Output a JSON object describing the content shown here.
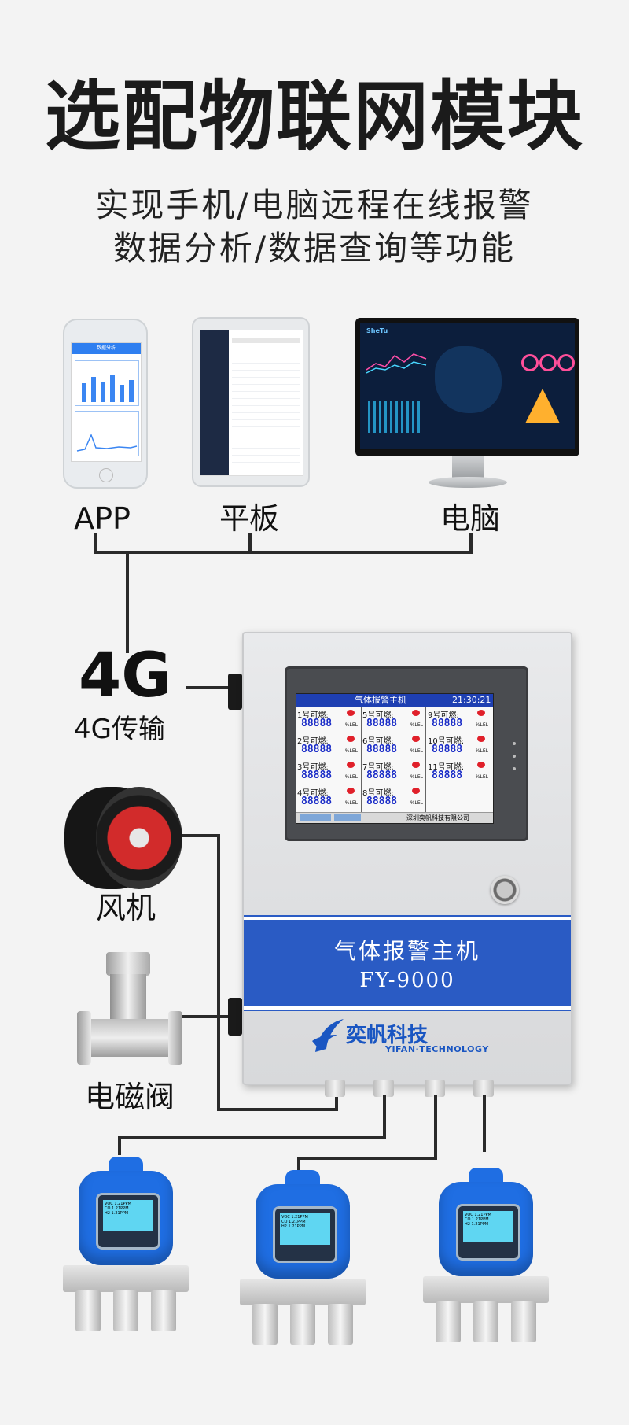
{
  "headline": "选配物联网模块",
  "subline_1": "实现手机/电脑远程在线报警",
  "subline_2": "数据分析/数据查询等功能",
  "clients": {
    "app_label": "APP",
    "tablet_label": "平板",
    "computer_label": "电脑"
  },
  "phone_screen": {
    "title": "数据分析"
  },
  "computer_screen": {
    "brand": "SheTu"
  },
  "network": {
    "big": "4G",
    "caption": "4G传输"
  },
  "actuators": {
    "fan_label": "风机",
    "valve_label": "电磁阀"
  },
  "controller": {
    "lcd_title": "气体报警主机",
    "lcd_time": "21:30:21",
    "lcd_cells": [
      {
        "name": "1号可燃:",
        "value": "88888",
        "unit": "%LEL"
      },
      {
        "name": "2号可燃:",
        "value": "88888",
        "unit": "%LEL"
      },
      {
        "name": "3号可燃:",
        "value": "88888",
        "unit": "%LEL"
      },
      {
        "name": "4号可燃:",
        "value": "88888",
        "unit": "%LEL"
      },
      {
        "name": "5号可燃:",
        "value": "88888",
        "unit": "%LEL"
      },
      {
        "name": "6号可燃:",
        "value": "88888",
        "unit": "%LEL"
      },
      {
        "name": "7号可燃:",
        "value": "88888",
        "unit": "%LEL"
      },
      {
        "name": "8号可燃:",
        "value": "88888",
        "unit": "%LEL"
      },
      {
        "name": "9号可燃:",
        "value": "88888",
        "unit": "%LEL"
      },
      {
        "name": "10号可燃:",
        "value": "88888",
        "unit": "%LEL"
      },
      {
        "name": "11号可燃:",
        "value": "88888",
        "unit": "%LEL"
      }
    ],
    "lcd_footer": "深圳奕帆科技有限公司",
    "band_line_1": "气体报警主机",
    "band_line_2": "FY-9000",
    "brand_cn": "奕帆科技",
    "brand_en": "YIFAN·TECHNOLOGY"
  },
  "detector_screen": {
    "l1": "VOC",
    "l2": "CO",
    "l3": "H2",
    "reading": "1.21PPM"
  },
  "colors": {
    "accent_blue": "#2a5bc4",
    "device_blue": "#1f6ee3",
    "wire": "#2a2a2a"
  }
}
